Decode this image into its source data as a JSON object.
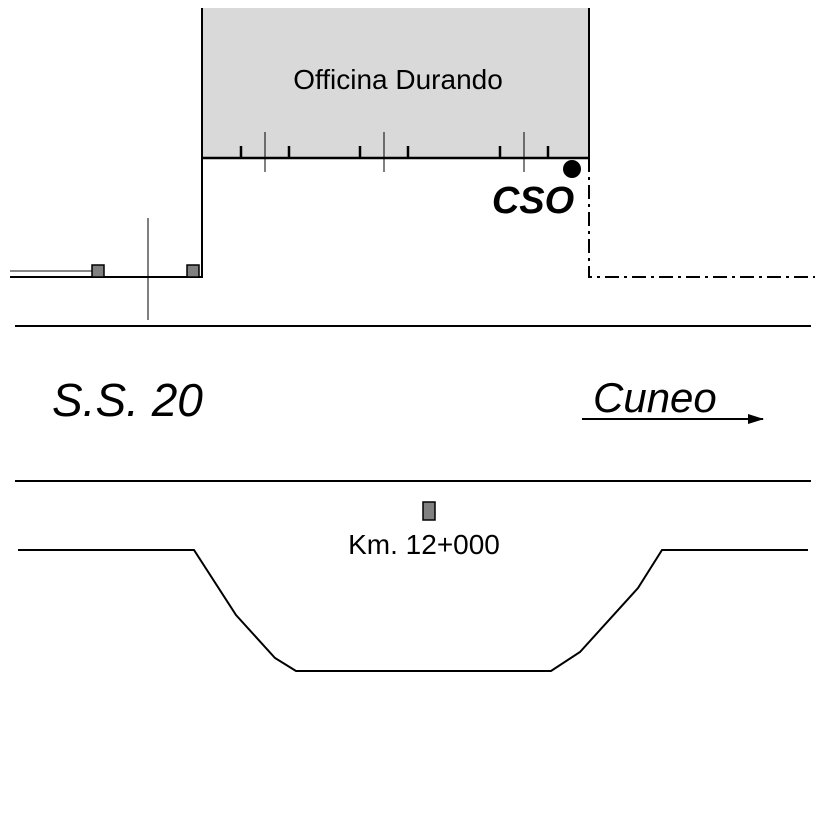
{
  "building": {
    "name": "Officina Durando",
    "fill": "#d9d9d9"
  },
  "cso": {
    "label": "CSO"
  },
  "road": {
    "name": "S.S. 20"
  },
  "direction": {
    "label": "Cuneo"
  },
  "kilometer_marker": {
    "label": "Km. 12+000",
    "fill": "#808080"
  },
  "colors": {
    "line": "#000000",
    "marker": "#808080",
    "building": "#d9d9d9"
  }
}
